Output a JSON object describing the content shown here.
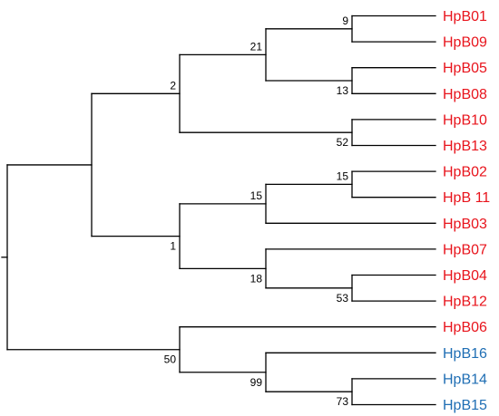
{
  "colors": {
    "group_red": "#e8141c",
    "group_blue": "#1f6eb4",
    "branch": "#000000"
  },
  "tree": {
    "leaves": [
      {
        "label": "HpB01",
        "color": "red"
      },
      {
        "label": "HpB09",
        "color": "red"
      },
      {
        "label": "HpB05",
        "color": "red"
      },
      {
        "label": "HpB08",
        "color": "red"
      },
      {
        "label": "HpB10",
        "color": "red"
      },
      {
        "label": "HpB13",
        "color": "red"
      },
      {
        "label": "HpB02",
        "color": "red"
      },
      {
        "label": "HpB 11",
        "color": "red"
      },
      {
        "label": "HpB03",
        "color": "red"
      },
      {
        "label": "HpB07",
        "color": "red"
      },
      {
        "label": "HpB04",
        "color": "red"
      },
      {
        "label": "HpB12",
        "color": "red"
      },
      {
        "label": "HpB06",
        "color": "red"
      },
      {
        "label": "HpB16",
        "color": "blue"
      },
      {
        "label": "HpB14",
        "color": "blue"
      },
      {
        "label": "HpB15",
        "color": "blue"
      }
    ],
    "supports": {
      "n_01_09": "9",
      "n_05_08": "13",
      "n_21": "21",
      "n_10_13": "52",
      "n_2": "2",
      "n_02_11": "15",
      "n_15": "15",
      "n_04_12": "53",
      "n_18": "18",
      "n_1": "1",
      "n_14_15": "73",
      "n_99": "99",
      "n_50": "50"
    }
  }
}
